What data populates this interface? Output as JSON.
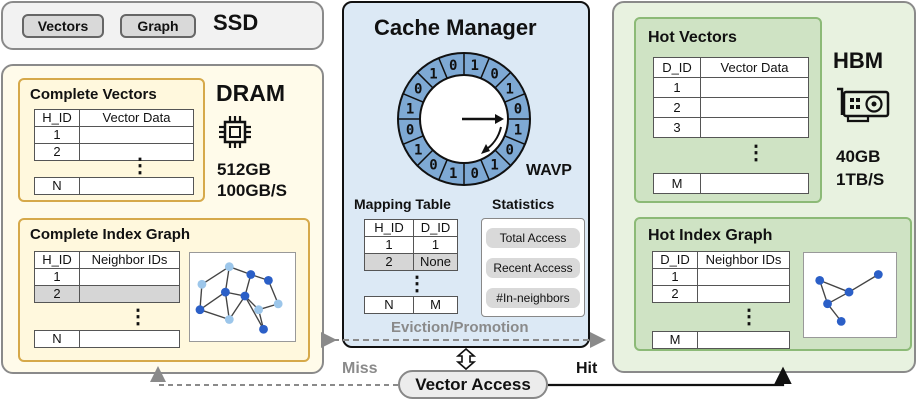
{
  "ssd": {
    "label": "SSD",
    "chip1": "Vectors",
    "chip2": "Graph"
  },
  "dram": {
    "label": "DRAM",
    "capacity": "512GB",
    "bandwidth": "100GB/S",
    "vectors": {
      "title": "Complete Vectors",
      "headers": [
        "H_ID",
        "Vector Data"
      ],
      "rows": [
        "1",
        "2",
        "N"
      ]
    },
    "graph": {
      "title": "Complete Index Graph",
      "headers": [
        "H_ID",
        "Neighbor IDs"
      ],
      "rows": [
        "1",
        "2",
        "N"
      ]
    }
  },
  "cache": {
    "title": "Cache Manager",
    "ring_bits": [
      "1",
      "0",
      "1",
      "0",
      "1",
      "0",
      "1",
      "0",
      "1",
      "0",
      "1",
      "0",
      "1",
      "0",
      "1",
      "0"
    ],
    "policy": "WAVP",
    "mapping": {
      "title": "Mapping Table",
      "headers": [
        "H_ID",
        "D_ID"
      ],
      "rows": [
        [
          "1",
          "1"
        ],
        [
          "2",
          "None"
        ]
      ],
      "last": [
        "N",
        "M"
      ]
    },
    "statistics": {
      "title": "Statistics",
      "items": [
        "Total Access",
        "Recent Access",
        "#In-neighbors"
      ]
    },
    "eviction": "Eviction/Promotion"
  },
  "hbm": {
    "label": "HBM",
    "capacity": "40GB",
    "bandwidth": "1TB/S",
    "vectors": {
      "title": "Hot Vectors",
      "headers": [
        "D_ID",
        "Vector Data"
      ],
      "rows": [
        "1",
        "2",
        "3",
        "M"
      ]
    },
    "graph": {
      "title": "Hot Index Graph",
      "headers": [
        "D_ID",
        "Neighbor IDs"
      ],
      "rows": [
        "1",
        "2",
        "M"
      ]
    }
  },
  "access": {
    "label": "Vector Access",
    "miss": "Miss",
    "hit": "Hit"
  },
  "colors": {
    "dram_bg": "#fffbea",
    "cache_bg": "#dce9f5",
    "hbm_bg": "#e8f2e0",
    "ring": "#7ea9d4",
    "node_dark": "#2b5fc7",
    "node_light": "#9cc6ea"
  }
}
